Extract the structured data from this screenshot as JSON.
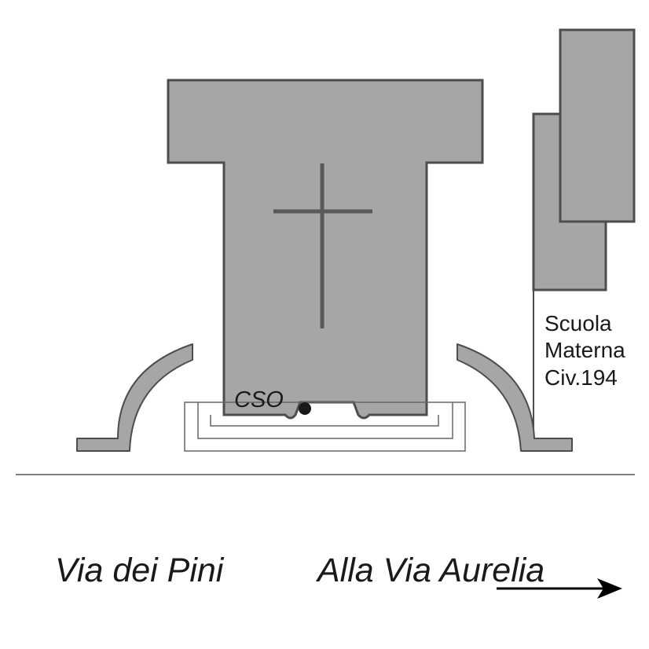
{
  "labels": {
    "point": "CSO",
    "school_line1": "Scuola",
    "school_line2": "Materna",
    "school_line3": "Civ.194",
    "street": "Via dei Pini",
    "direction": "Alla Via Aurelia"
  },
  "colors": {
    "building_fill": "#a6a6a6",
    "outline": "#4d4d4d",
    "cross": "#595959",
    "point": "#1a1a1a",
    "road_line": "#808080"
  }
}
